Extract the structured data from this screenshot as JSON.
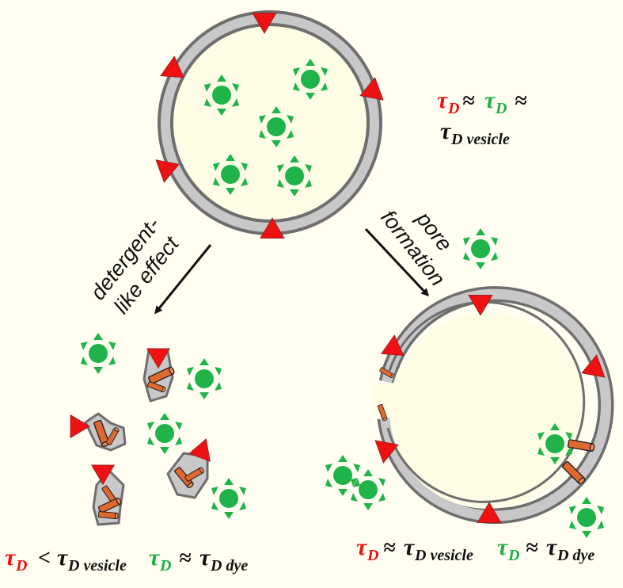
{
  "colors": {
    "background": "#fffef1",
    "membrane": "#c8c8c8",
    "membrane_edge": "#6e6e6e",
    "vesicle_interior": "#fdfde6",
    "red_probe": "#ee1111",
    "green_dye": "#1fb34a",
    "peptide": "#e0692f",
    "text_red": "#ee1111",
    "text_green": "#1fae48",
    "text_black": "#111111"
  },
  "icons": {
    "red_probe": "red-triangle-icon",
    "green_dye": "green-star-icon",
    "peptide": "orange-cylinder-icon"
  },
  "labels": {
    "detergent_line1": "detergent-",
    "detergent_line2": "like effect",
    "pore_line1": "pore",
    "pore_line2": "formation"
  },
  "equations": {
    "top": {
      "tau": "τ",
      "sub_d": "D",
      "approx": "≈",
      "sub_vesicle": "D vesicle"
    },
    "bottom_left": {
      "tau": "τ",
      "sub_d": "D",
      "less": "<",
      "approx": "≈",
      "sub_vesicle": "D vesicle",
      "sub_dye": "D dye"
    },
    "bottom_right": {
      "tau": "τ",
      "sub_d": "D",
      "approx": "≈",
      "sub_vesicle": "D vesicle",
      "sub_dye": "D dye"
    }
  }
}
